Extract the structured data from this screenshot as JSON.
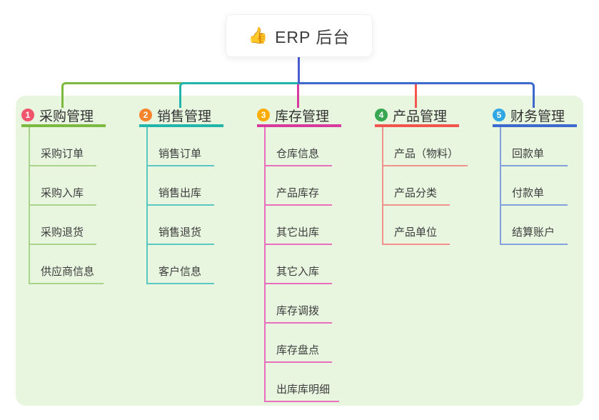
{
  "root": {
    "icon": "thumbs-up-icon",
    "icon_glyph": "👍",
    "label": "ERP 后台",
    "connector_color": "#4A5CD1"
  },
  "canvas": {
    "background_color": "#FFFFFF",
    "panel_color": "#E8F5DF"
  },
  "branches": [
    {
      "badge": "1",
      "title": "采购管理",
      "badge_color": "#F1566E",
      "line_color": "#7CB93F",
      "light_color": "#A9D28A",
      "children": [
        "采购订单",
        "采购入库",
        "采购退货",
        "供应商信息"
      ]
    },
    {
      "badge": "2",
      "title": "销售管理",
      "badge_color": "#F8842C",
      "line_color": "#21B5AB",
      "light_color": "#5AC8C0",
      "children": [
        "销售订单",
        "销售出库",
        "销售退货",
        "客户信息"
      ]
    },
    {
      "badge": "3",
      "title": "库存管理",
      "badge_color": "#FFAD05",
      "line_color": "#D63A9E",
      "light_color": "#E86FBC",
      "children": [
        "仓库信息",
        "产品库存",
        "其它出库",
        "其它入库",
        "库存调拨",
        "库存盘点",
        "出库库明细"
      ]
    },
    {
      "badge": "4",
      "title": "产品管理",
      "badge_color": "#37A851",
      "line_color": "#F2554E",
      "light_color": "#F2918B",
      "children": [
        "产品（物料）",
        "产品分类",
        "产品单位"
      ]
    },
    {
      "badge": "5",
      "title": "财务管理",
      "badge_color": "#2FA7E3",
      "line_color": "#3D68CE",
      "light_color": "#82A0DC",
      "children": [
        "回款单",
        "付款单",
        "结算账户"
      ]
    }
  ]
}
